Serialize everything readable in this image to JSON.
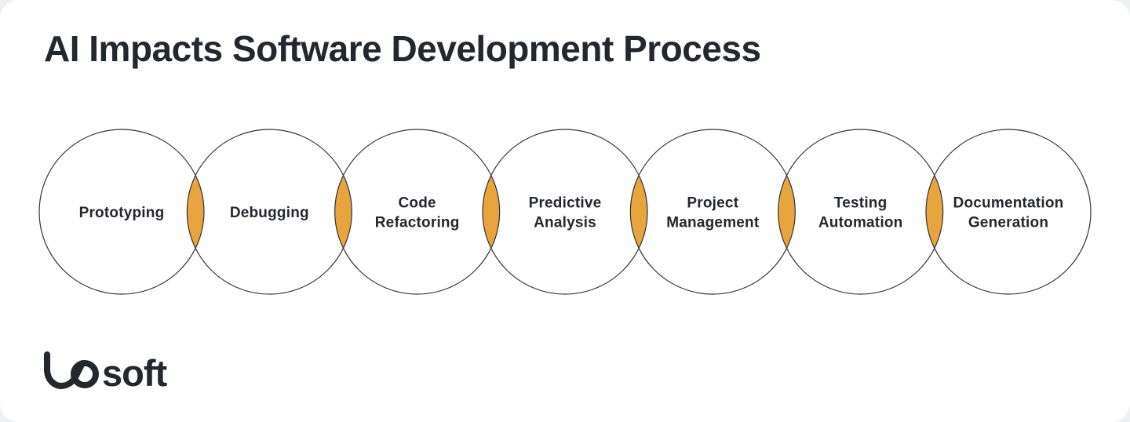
{
  "title": "AI Impacts Software Development Process",
  "colors": {
    "overlap_fill": "#e8a43d",
    "circle_stroke": "#2e333b",
    "text": "#23272e",
    "card_bg": "#ffffff"
  },
  "diagram": {
    "type": "overlapping-circles-chain",
    "items": [
      {
        "label_lines": [
          "Prototyping"
        ]
      },
      {
        "label_lines": [
          "Debugging"
        ]
      },
      {
        "label_lines": [
          "Code",
          "Refactoring"
        ]
      },
      {
        "label_lines": [
          "Predictive",
          "Analysis"
        ]
      },
      {
        "label_lines": [
          "Project",
          "Management"
        ]
      },
      {
        "label_lines": [
          "Testing",
          "Automation"
        ]
      },
      {
        "label_lines": [
          "Documentation",
          "Generation"
        ]
      }
    ]
  },
  "logo": {
    "text": "lasoft",
    "wordmark_rest": "soft"
  }
}
